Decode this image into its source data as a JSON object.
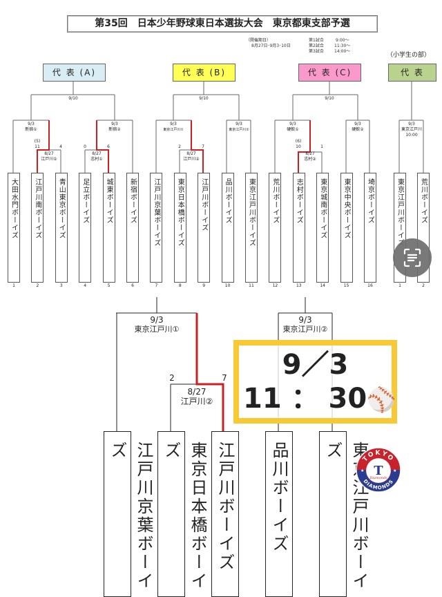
{
  "title": "第35回　日本少年野球東日本選抜大会　東京都東支部予選",
  "schedule": {
    "dates_label": "（開催期日）",
    "dates": "8月27日･9月3･10日",
    "games": [
      {
        "label": "第1試合",
        "time": "9:00〜"
      },
      {
        "label": "第2試合",
        "time": "11:30〜"
      },
      {
        "label": "第3試合",
        "time": "14:00〜"
      }
    ]
  },
  "elementary_label": "（小学生の部）",
  "representatives": [
    {
      "label": "代 表 (A)",
      "color": "#d9edf5"
    },
    {
      "label": "代 表 (B)",
      "color": "#ffff55"
    },
    {
      "label": "代 表 (C)",
      "color": "#f99acb"
    },
    {
      "label": "代 表",
      "color": "#b9d38e"
    }
  ],
  "top_bracket": {
    "teams": [
      {
        "seed": "1",
        "name": "大田水門ボーイズ"
      },
      {
        "seed": "2",
        "name": "江戸川南ボーイズ"
      },
      {
        "seed": "3",
        "name": "青山東京ボーイズ"
      },
      {
        "seed": "4",
        "name": "足立ボーイズ"
      },
      {
        "seed": "5",
        "name": "城東ボーイズ"
      },
      {
        "seed": "6",
        "name": "新宿ボーイズ"
      },
      {
        "seed": "7",
        "name": "江戸川京葉ボーイズ"
      },
      {
        "seed": "8",
        "name": "東京日本橋ボーイズ"
      },
      {
        "seed": "9",
        "name": "江戸川ボーイズ"
      },
      {
        "seed": "10",
        "name": "品川ボーイズ"
      },
      {
        "seed": "11",
        "name": "東京江戸川ボーイズ"
      },
      {
        "seed": "12",
        "name": "荒川ボーイズ"
      },
      {
        "seed": "13",
        "name": "志村ボーイズ"
      },
      {
        "seed": "14",
        "name": "東京城南ボーイズ"
      },
      {
        "seed": "15",
        "name": "東京中央ボーイズ"
      },
      {
        "seed": "16",
        "name": "埼京ボーイズ"
      },
      {
        "seed": "1",
        "name": "東京江戸川ボーイズ"
      },
      {
        "seed": "2",
        "name": "荒川ボーイズ"
      }
    ],
    "finals": [
      "9/10",
      "9/10",
      "9/10"
    ],
    "semis": [
      {
        "date": "9/3",
        "venue": "新宿①"
      },
      {
        "date": "9/3",
        "venue": "新宿②"
      },
      {
        "date": "9/3",
        "venue": "東京江戸川①"
      },
      {
        "date": "9/3",
        "venue": "東京江戸川②"
      },
      {
        "date": "9/3",
        "venue": "硬軟①"
      },
      {
        "date": "9/3",
        "venue": "硬軟②"
      },
      {
        "date": "9/3",
        "venue": "東京江戸川",
        "time": "10:00"
      }
    ],
    "first_round": [
      {
        "date": "8/27",
        "venue": "江戸川①",
        "left": "11",
        "right": "4",
        "note": "(5)"
      },
      {
        "date": "8/27",
        "venue": "志村①",
        "left": "0",
        "right": "6"
      },
      {
        "date": "8/27",
        "venue": "江戸川②",
        "left": "2",
        "right": "7"
      },
      {
        "date": "8/27",
        "venue": "志村②",
        "left": "10",
        "right": "1",
        "note": "(6)"
      }
    ]
  },
  "zoomed_bracket": {
    "semis": [
      {
        "date": "9/3",
        "venue": "東京江戸川①"
      },
      {
        "date": "9/3",
        "venue": "東京江戸川②"
      }
    ],
    "first_round": {
      "date": "8/27",
      "venue": "江戸川②",
      "left": "2",
      "right": "7"
    },
    "teams": [
      "江戸川京葉ボーイズ",
      "東京日本橋ボーイズ",
      "江戸川ボーイズ",
      "品川ボーイズ",
      "東京江戸川ボーイズ"
    ]
  },
  "overlay": {
    "date": "9／3",
    "time": "11 ： 30",
    "emoji": "⚾",
    "border_color": "#f8c934"
  },
  "logo": {
    "top_text": "TOKYO",
    "bottom_text": "DIAMONDS",
    "letter": "T",
    "script": "Diamonds"
  },
  "colors": {
    "win_line": "#cc1f1f",
    "line": "#555555"
  }
}
